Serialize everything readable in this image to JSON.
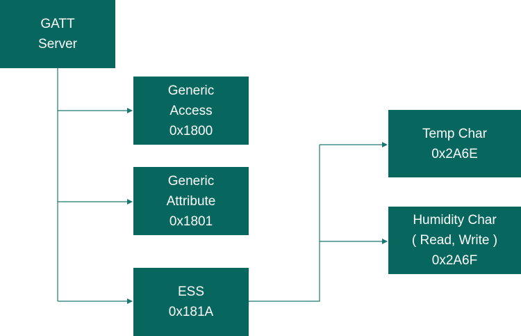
{
  "diagram": {
    "colors": {
      "node_fill": "#07675f",
      "node_text": "#ffffff",
      "edge": "#1a7870",
      "background": "#ffffff"
    },
    "nodes": {
      "gatt_server": {
        "lines": [
          "GATT",
          "Server"
        ]
      },
      "generic_access": {
        "lines": [
          "Generic",
          "Access",
          "0x1800"
        ]
      },
      "generic_attribute": {
        "lines": [
          "Generic",
          "Attribute",
          "0x1801"
        ]
      },
      "ess": {
        "lines": [
          "ESS",
          "0x181A"
        ]
      },
      "temp_char": {
        "lines": [
          "Temp Char",
          "0x2A6E"
        ]
      },
      "humidity_char": {
        "lines": [
          "Humidity Char",
          "( Read, Write )",
          "0x2A6F"
        ]
      }
    },
    "edges": [
      {
        "from": "gatt_server",
        "to": "generic_access"
      },
      {
        "from": "gatt_server",
        "to": "generic_attribute"
      },
      {
        "from": "gatt_server",
        "to": "ess"
      },
      {
        "from": "ess",
        "to": "temp_char"
      },
      {
        "from": "ess",
        "to": "humidity_char"
      }
    ]
  }
}
